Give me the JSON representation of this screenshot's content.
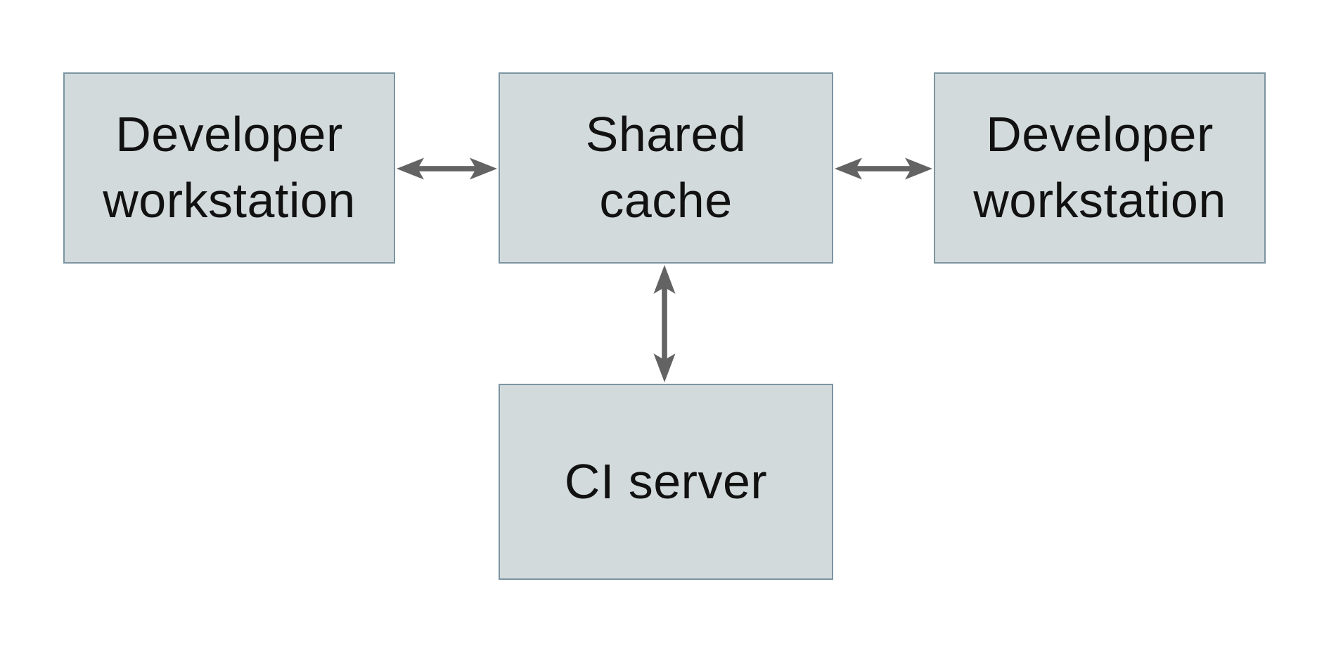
{
  "diagram": {
    "background": "#ffffff",
    "colors": {
      "node_fill": "#d3dadc",
      "node_border": "#7c95a1",
      "arrow": "#636363",
      "text": "#111111"
    },
    "nodes": [
      {
        "id": "developer-workstation-left",
        "label": "Developer workstation",
        "lines": [
          "Developer",
          "workstation"
        ]
      },
      {
        "id": "shared-cache",
        "label": "Shared cache",
        "lines": [
          "Shared",
          "cache"
        ]
      },
      {
        "id": "developer-workstation-right",
        "label": "Developer workstation",
        "lines": [
          "Developer",
          "workstation"
        ]
      },
      {
        "id": "ci-server",
        "label": "CI server",
        "lines": [
          "CI server"
        ]
      }
    ],
    "edges": [
      {
        "from": "developer-workstation-left",
        "to": "shared-cache",
        "direction": "bidirectional"
      },
      {
        "from": "shared-cache",
        "to": "developer-workstation-right",
        "direction": "bidirectional"
      },
      {
        "from": "shared-cache",
        "to": "ci-server",
        "direction": "bidirectional"
      }
    ]
  }
}
